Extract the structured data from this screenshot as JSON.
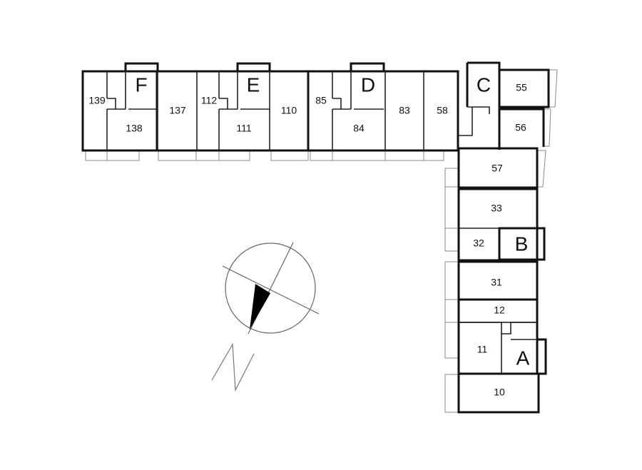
{
  "rooms": {
    "r139": "139",
    "r138": "138",
    "r137": "137",
    "r112": "112",
    "r111": "111",
    "r110": "110",
    "r85": "85",
    "r84": "84",
    "r83": "83",
    "r58": "58",
    "r55": "55",
    "r56": "56",
    "r57": "57",
    "r33": "33",
    "r32": "32",
    "r31": "31",
    "r12": "12",
    "r11": "11",
    "r10": "10"
  },
  "stairs": {
    "F": "F",
    "E": "E",
    "D": "D",
    "C": "C",
    "B": "B",
    "A": "A"
  },
  "compass": {
    "pointer_icon": "north-arrow-icon"
  }
}
